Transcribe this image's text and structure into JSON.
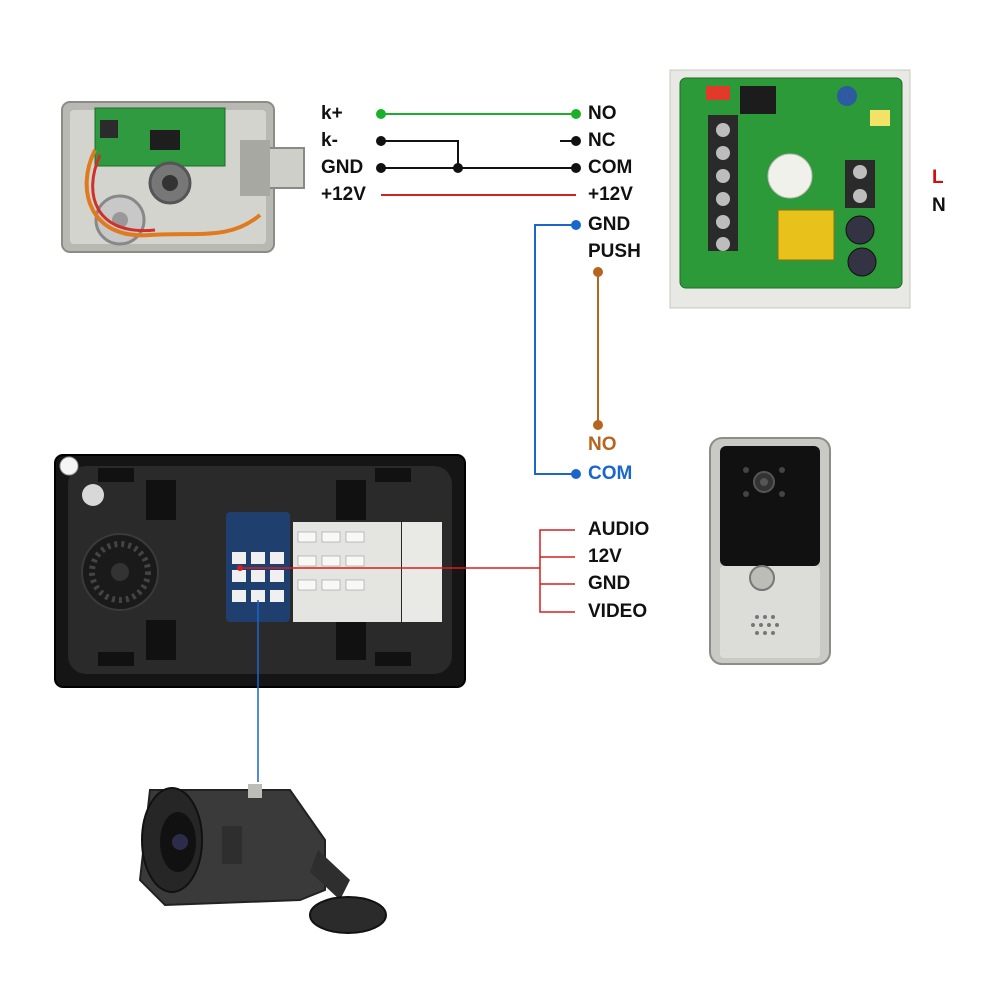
{
  "lock": {
    "terminals": [
      "k+",
      "k-",
      "GND",
      "+12V"
    ]
  },
  "power_supply": {
    "terminals": [
      "NO",
      "NC",
      "COM",
      "+12V",
      "GND",
      "PUSH"
    ],
    "mains": [
      "L",
      "N"
    ]
  },
  "exit_button": {
    "terminals": [
      "NO",
      "COM"
    ]
  },
  "outdoor_station": {
    "wires": [
      "AUDIO",
      "12V",
      "GND",
      "VIDEO"
    ]
  },
  "colors": {
    "green_wire": "#1bb02a",
    "black_wire": "#111111",
    "red_wire": "#d42020",
    "blue_wire": "#1a66c9",
    "brown_wire": "#b5651d",
    "monitor_body": "#151515",
    "pcb_green": "#2d9a3a"
  }
}
